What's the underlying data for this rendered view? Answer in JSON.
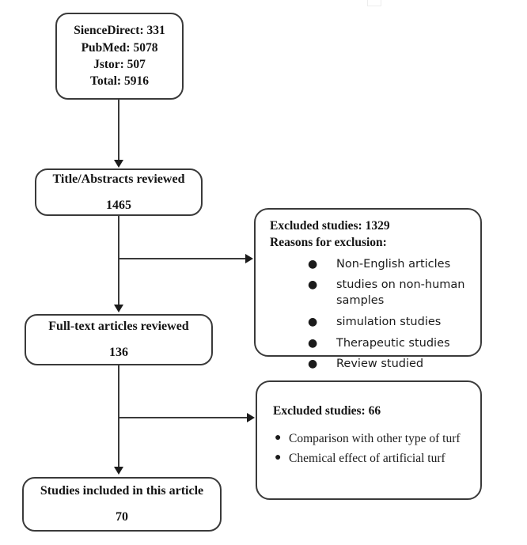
{
  "diagram": {
    "title": "Study selection flow diagram",
    "type": "prisma-flowchart",
    "stroke_color": "#3a3a3a",
    "text_color": "#141414",
    "background": "#ffffff"
  },
  "boxes": {
    "sources": {
      "name": "database-search-results",
      "lines": [
        "SienceDirect: 331",
        "PubMed: 5078",
        "Jstor: 507",
        "Total: 5916"
      ]
    },
    "screening": {
      "name": "title-abstract-screening",
      "label": "Title/Abstracts reviewed",
      "count": "1465"
    },
    "fulltext": {
      "name": "full-text-review",
      "label": "Full-text articles reviewed",
      "count": "136"
    },
    "included": {
      "name": "studies-included",
      "label": "Studies included in this article",
      "count": "70"
    }
  },
  "exclusions": {
    "first": {
      "heading": "Excluded studies: 1329",
      "subheading": "Reasons for exclusion:",
      "count": "1329",
      "reasons": [
        "Non-English articles",
        "studies on non-human samples",
        "simulation studies",
        "Therapeutic studies",
        "Review studied"
      ],
      "bullet_glyph": "●"
    },
    "second": {
      "heading": "Excluded studies: 66",
      "count": "66",
      "reasons": [
        "Comparison with other type of turf",
        "Chemical effect of artificial turf"
      ],
      "bullet_glyph": "●"
    }
  },
  "chart_data": {
    "type": "flowchart",
    "title": "Study selection flow diagram",
    "nodes": [
      {
        "id": "sources",
        "label": "SienceDirect: 331 / PubMed: 5078 / Jstor: 507 / Total: 5916",
        "value": 5916
      },
      {
        "id": "screening",
        "label": "Title/Abstracts reviewed",
        "value": 1465
      },
      {
        "id": "excluded1",
        "label": "Excluded studies",
        "value": 1329
      },
      {
        "id": "fulltext",
        "label": "Full-text articles reviewed",
        "value": 136
      },
      {
        "id": "excluded2",
        "label": "Excluded studies",
        "value": 66
      },
      {
        "id": "included",
        "label": "Studies included in this article",
        "value": 70
      }
    ],
    "edges": [
      {
        "from": "sources",
        "to": "screening",
        "direction": "down"
      },
      {
        "from": "screening",
        "to": "excluded1",
        "direction": "right"
      },
      {
        "from": "screening",
        "to": "fulltext",
        "direction": "down"
      },
      {
        "from": "fulltext",
        "to": "excluded2",
        "direction": "right"
      },
      {
        "from": "fulltext",
        "to": "included",
        "direction": "down"
      }
    ]
  }
}
